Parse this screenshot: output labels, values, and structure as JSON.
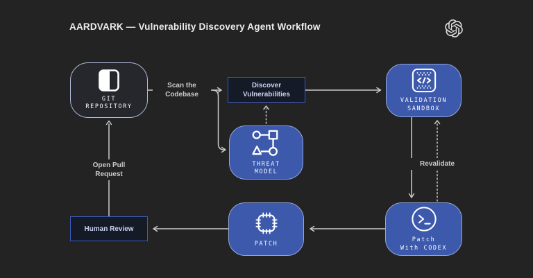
{
  "header": {
    "title": "AARDVARK — Vulnerability Discovery Agent Workflow",
    "logo": "openai-logo"
  },
  "colors": {
    "background": "#232323",
    "node_blue_fill": "#3d59ac",
    "node_blue_border": "#94a6da",
    "outline_box_fill": "#151a27",
    "outline_box_border": "#3d5ab8",
    "dark_node_border": "#aeb9d8",
    "arrow": "#c9cacc",
    "title_text": "#ededed",
    "mono_text": "#f7f8fa",
    "outline_box_text": "#c7d2f0",
    "edge_label_text": "#c9cacd"
  },
  "nodes": {
    "git_repo": {
      "icon": "repository-icon",
      "lines": [
        "GIT",
        "REPOSITORY"
      ]
    },
    "discover": {
      "lines": [
        "Discover",
        "Vulnerabilities"
      ]
    },
    "threat_model": {
      "icon": "threat-model-icon",
      "lines": [
        "THREAT",
        "MODEL"
      ]
    },
    "validation_sandbox": {
      "icon": "sandbox-code-icon",
      "lines": [
        "VALIDATION",
        "SANDBOX"
      ]
    },
    "patch_codex": {
      "icon": "terminal-icon",
      "lines": [
        "Patch",
        "With CODEX"
      ]
    },
    "patch": {
      "icon": "patch-stitch-icon",
      "lines": [
        "PATCH"
      ]
    },
    "human_review": {
      "lines": [
        "Human Review"
      ]
    }
  },
  "edges": {
    "scan_codebase": {
      "lines": [
        "Scan the",
        "Codebase"
      ]
    },
    "open_pull_request": {
      "lines": [
        "Open Pull",
        "Request"
      ]
    },
    "revalidate": {
      "label": "Revalidate"
    }
  }
}
